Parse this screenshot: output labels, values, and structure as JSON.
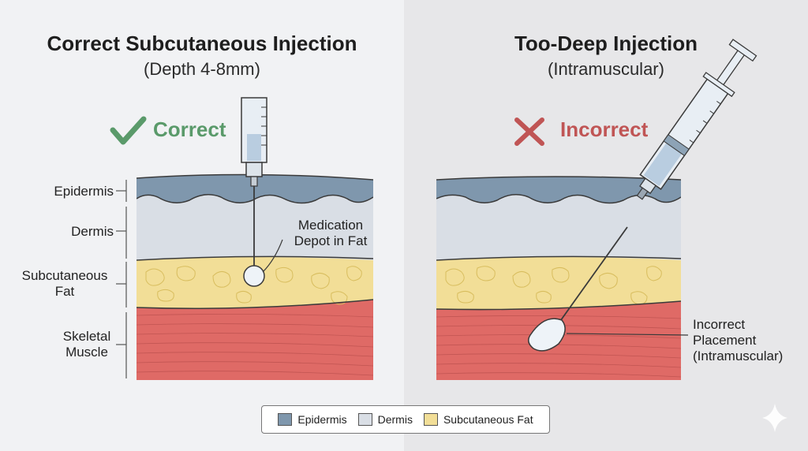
{
  "left": {
    "title": "Correct Subcutaneous Injection",
    "subtitle": "(Depth 4-8mm)",
    "verdict": "Correct",
    "verdict_icon": "check-icon",
    "verdict_color": "#5a9a6a",
    "layer_labels": {
      "epidermis": "Epidermis",
      "dermis": "Dermis",
      "fat": "Subcutaneous\nFat",
      "muscle": "Skeletal\nMuscle"
    },
    "callout": "Medication\nDepot in Fat"
  },
  "right": {
    "title": "Too-Deep Injection",
    "subtitle": "(Intramuscular)",
    "verdict": "Incorrect",
    "verdict_icon": "x-icon",
    "verdict_color": "#c05555",
    "callout": "Incorrect\nPlacement\n(Intramuscular)"
  },
  "legend": [
    {
      "label": "Epidermis",
      "color": "#7f97ad"
    },
    {
      "label": "Dermis",
      "color": "#d9dee5"
    },
    {
      "label": "Subcutaneous Fat",
      "color": "#f2de97"
    }
  ],
  "colors": {
    "epidermis": "#7f97ad",
    "dermis": "#d9dee5",
    "fat": "#f2de97",
    "muscle": "#df6a66",
    "outline": "#3a3a3a"
  }
}
